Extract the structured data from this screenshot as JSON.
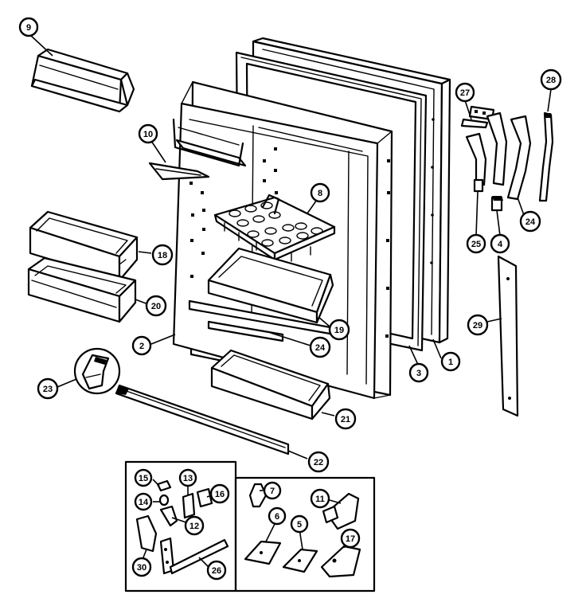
{
  "diagram": {
    "callouts": [
      {
        "id": "c9",
        "label": "9"
      },
      {
        "id": "c10",
        "label": "10"
      },
      {
        "id": "c8",
        "label": "8"
      },
      {
        "id": "c18",
        "label": "18"
      },
      {
        "id": "c20",
        "label": "20"
      },
      {
        "id": "c19",
        "label": "19"
      },
      {
        "id": "c2",
        "label": "2"
      },
      {
        "id": "c24a",
        "label": "24"
      },
      {
        "id": "c3",
        "label": "3"
      },
      {
        "id": "c1",
        "label": "1"
      },
      {
        "id": "c21",
        "label": "21"
      },
      {
        "id": "c23",
        "label": "23"
      },
      {
        "id": "c22",
        "label": "22"
      },
      {
        "id": "c27",
        "label": "27"
      },
      {
        "id": "c28",
        "label": "28"
      },
      {
        "id": "c24b",
        "label": "24"
      },
      {
        "id": "c25",
        "label": "25"
      },
      {
        "id": "c4",
        "label": "4"
      },
      {
        "id": "c29",
        "label": "29"
      },
      {
        "id": "c15",
        "label": "15"
      },
      {
        "id": "c13",
        "label": "13"
      },
      {
        "id": "c14",
        "label": "14"
      },
      {
        "id": "c16",
        "label": "16"
      },
      {
        "id": "c12",
        "label": "12"
      },
      {
        "id": "c30",
        "label": "30"
      },
      {
        "id": "c26",
        "label": "26"
      },
      {
        "id": "c7",
        "label": "7"
      },
      {
        "id": "c11",
        "label": "11"
      },
      {
        "id": "c6",
        "label": "6"
      },
      {
        "id": "c5",
        "label": "5"
      },
      {
        "id": "c17",
        "label": "17"
      }
    ]
  }
}
